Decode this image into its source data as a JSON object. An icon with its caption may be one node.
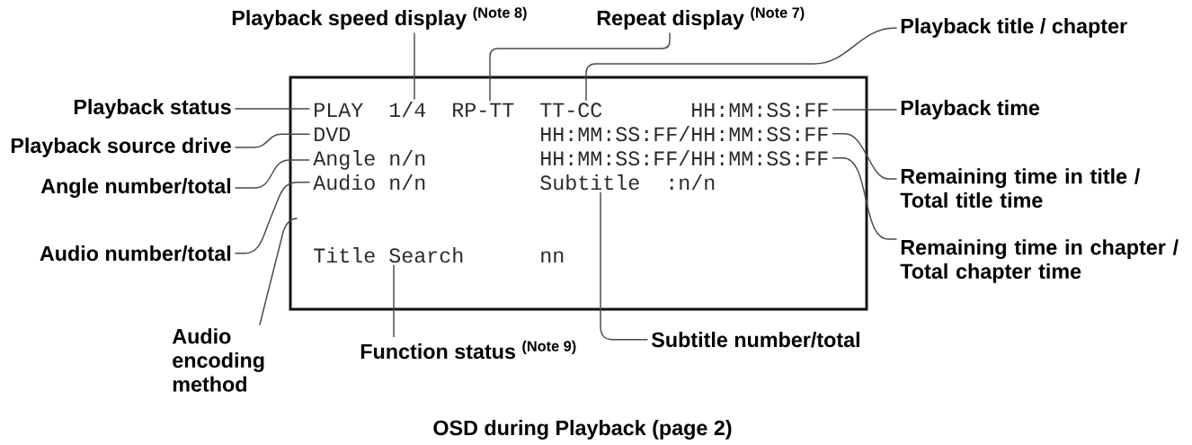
{
  "diagram": {
    "caption": "OSD during Playback (page 2)",
    "nodes": [
      {
        "text": [
          "Playback speed display $^{(Note 8)}$"
        ]
      },
      {
        "text": [
          "Repeat display $^{(Note 7)}$"
        ]
      },
      {
        "text": [
          "Playback title / chapter"
        ]
      },
      {
        "text": [],
        "shape": "box"
      },
      {
        "text": [
          "PLAY"
        ],
        "in": 3
      },
      {
        "text": [
          "1/4"
        ],
        "in": 3
      },
      {
        "text": [
          "RP-TT"
        ],
        "in": 3
      },
      {
        "text": [
          "TT-CC"
        ],
        "in": 3
      },
      {
        "text": [
          "HH:MM:SS:FF"
        ],
        "in": 3
      },
      {
        "text": [
          "DVD"
        ],
        "in": 3
      },
      {
        "text": [
          "HH:MM:SS:FF/HH:MM:SS:FF"
        ],
        "in": 3
      },
      {
        "text": [
          "Angle n/n"
        ],
        "in": 3
      },
      {
        "text": [
          "HH:MM:SS:FF/HH:MM:SS:FF"
        ],
        "in": 3
      },
      {
        "text": [
          "Audio n/n"
        ],
        "in": 3
      },
      {
        "text": [
          "Subtitle  :n/n"
        ],
        "in": 3
      },
      {
        "text": [
          "Title Search"
        ],
        "in": 3
      },
      {
        "text": [
          "Playback status"
        ]
      },
      {
        "text": [
          "Playback time"
        ]
      },
      {
        "text": [
          "Playback source drive"
        ]
      },
      {
        "text": [
          "Angle number/total"
        ]
      },
      {
        "text": [
          "Remaining time in title / Total title time"
        ]
      },
      {
        "text": [
          "Audio number/total"
        ]
      },
      {
        "text": [
          "Remaining time in chapter / Total chapter time"
        ]
      },
      {
        "text": [
          "Audio encoding method"
        ]
      },
      {
        "text": [
          "Function status $^{(Note 9)}$"
        ]
      },
      {
        "text": [
          "Subtitle number/total"
        ]
      }
    ],
    "edges": [
      {
        "from": 0,
        "to": 5,
        "arrow": "none"
      },
      {
        "from": 1,
        "to": 6,
        "arrow": "none"
      },
      {
        "from": 2,
        "to": 7,
        "arrow": "none"
      },
      {
        "from": 16,
        "to": 4,
        "arrow": "none"
      },
      {
        "from": 17,
        "to": 8,
        "arrow": "none"
      },
      {
        "from": 18,
        "to": 9,
        "arrow": "none"
      },
      {
        "from": 19,
        "to": 11,
        "arrow": "none"
      },
      {
        "from": 20,
        "to": 10,
        "arrow": "none"
      },
      {
        "from": 21,
        "to": 13,
        "arrow": "none"
      },
      {
        "from": 22,
        "to": 12,
        "arrow": "none"
      },
      {
        "from": 23,
        "to": 3,
        "arrow": "none"
      },
      {
        "from": 24,
        "to": 15,
        "arrow": "none"
      },
      {
        "from": 25,
        "to": 14,
        "arrow": "none"
      }
    ],
    "labels": [
      "nn"
    ]
  }
}
